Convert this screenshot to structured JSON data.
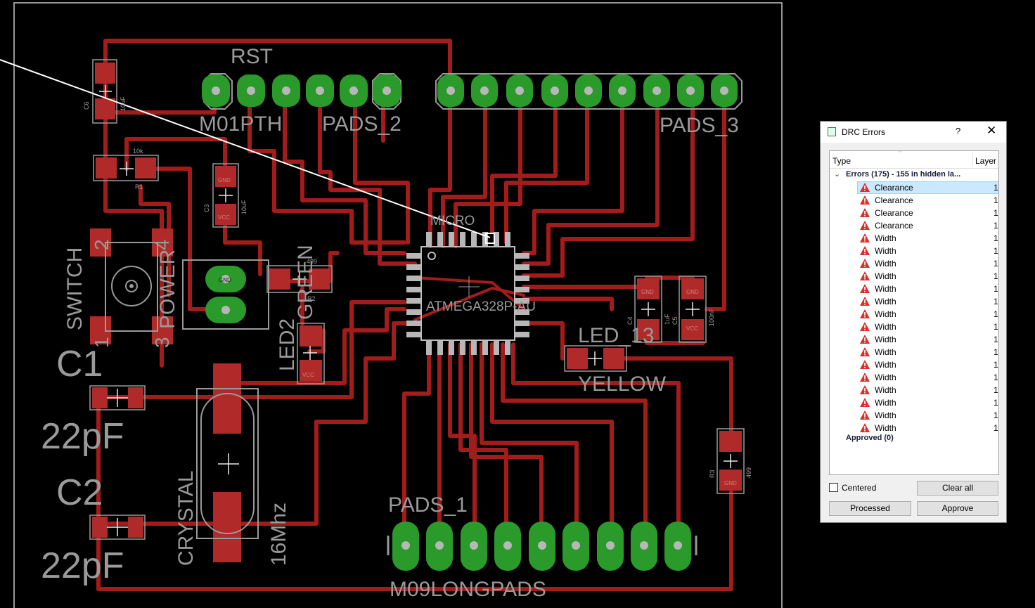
{
  "board": {
    "labels": {
      "rst": "RST",
      "m01pth": "M01PTH",
      "pads2": "PADS_2",
      "pads3": "PADS_3",
      "micro": "MICRO",
      "atmega": "ATMEGA328P-AU",
      "led13": "LED_13",
      "yellow": "YELLOW",
      "switch": "SWITCH",
      "power": "POWER",
      "led2": "LED2",
      "green": "GREEN",
      "c1": "C1",
      "c2": "C2",
      "pf1": "22pF",
      "pf2": "22pF",
      "crystal": "CRYSTAL",
      "mhz": "16Mhz",
      "pads1": "PADS_1",
      "m09": "M09LONGPADS",
      "c6": "C6",
      "c6val": "10uF",
      "r1": "R1",
      "r1val": "10k",
      "c3": "C3",
      "c3val": "10uF",
      "r2": "R2",
      "r2val": "499",
      "c4": "C4",
      "c4val": "1uF",
      "c5": "C5",
      "c5val": "100nF",
      "r3": "R3",
      "r3val": "499",
      "gnd": "GND",
      "vcc": "VCC",
      "one": "1",
      "two": "2",
      "three": "3",
      "four": "4"
    }
  },
  "drc": {
    "title": "DRC Errors",
    "help": "?",
    "close": "✕",
    "columns": {
      "type": "Type",
      "layer": "Layer"
    },
    "errors_group": "Errors (175) - 155 in hidden la...",
    "errors": [
      {
        "type": "Clearance",
        "layer": "1",
        "selected": true
      },
      {
        "type": "Clearance",
        "layer": "1"
      },
      {
        "type": "Clearance",
        "layer": "1"
      },
      {
        "type": "Clearance",
        "layer": "1"
      },
      {
        "type": "Width",
        "layer": "1"
      },
      {
        "type": "Width",
        "layer": "1"
      },
      {
        "type": "Width",
        "layer": "1"
      },
      {
        "type": "Width",
        "layer": "1"
      },
      {
        "type": "Width",
        "layer": "1"
      },
      {
        "type": "Width",
        "layer": "1"
      },
      {
        "type": "Width",
        "layer": "1"
      },
      {
        "type": "Width",
        "layer": "1"
      },
      {
        "type": "Width",
        "layer": "1"
      },
      {
        "type": "Width",
        "layer": "1"
      },
      {
        "type": "Width",
        "layer": "1"
      },
      {
        "type": "Width",
        "layer": "1"
      },
      {
        "type": "Width",
        "layer": "1"
      },
      {
        "type": "Width",
        "layer": "1"
      },
      {
        "type": "Width",
        "layer": "1"
      },
      {
        "type": "Width",
        "layer": "1"
      }
    ],
    "approved_group": "Approved (0)",
    "centered_label": "Centered",
    "centered_checked": false,
    "buttons": {
      "clear_all": "Clear all",
      "processed": "Processed",
      "approve": "Approve"
    }
  },
  "colors": {
    "trace": "#a21c1c",
    "pad": "#b02a2a",
    "pad_green": "#2a9a2a",
    "silk": "#9a9a9a",
    "outline": "#d0d0d0",
    "warn": "#d9302a"
  }
}
